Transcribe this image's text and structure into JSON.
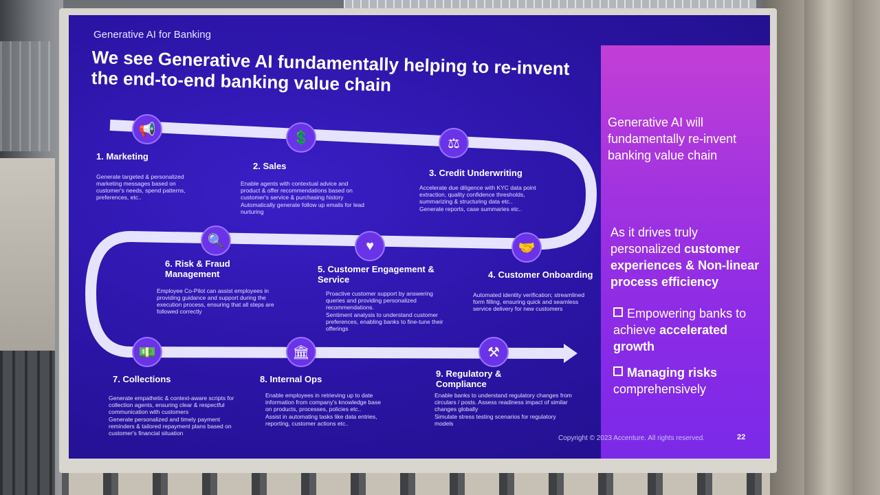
{
  "slide": {
    "section": "Generative AI for Banking",
    "title": "We see Generative AI fundamentally helping to re-invent the end-to-end banking value chain"
  },
  "steps": [
    {
      "title": "1. Marketing",
      "icon": "megaphone-icon",
      "desc": [
        "Generate targeted & personalized marketing messages based on customer's needs, spend patterns, preferences, etc.."
      ]
    },
    {
      "title": "2. Sales",
      "icon": "money-growth-icon",
      "desc": [
        "Enable agents with contextual advice and product & offer recommendations based on customer's service & purchasing history",
        "Automatically generate follow up emails for lead nurturing"
      ]
    },
    {
      "title": "3. Credit Underwriting",
      "icon": "scales-icon",
      "desc": [
        "Accelerate due diligence with KYC data point extraction, quality confidence thresholds, summarizing & structuring data etc..",
        "Generate reports, case summaries etc.."
      ]
    },
    {
      "title": "4. Customer Onboarding",
      "icon": "handshake-icon",
      "desc": [
        "Automated identity verification; streamlined form filling, ensuring quick and seamless service delivery for new customers"
      ]
    },
    {
      "title": "5. Customer Engagement & Service",
      "icon": "engagement-icon",
      "desc": [
        "Proactive customer support by answering queries and providing personalized recommendations.",
        "Sentiment analysis to understand customer preferences, enabling banks to fine-tune their offerings"
      ]
    },
    {
      "title": "6. Risk & Fraud Management",
      "icon": "fraud-search-icon",
      "desc": [
        "Employee Co-Pilot can assist employees in providing guidance and support during the execution process, ensuring that all steps are followed correctly"
      ]
    },
    {
      "title": "7. Collections",
      "icon": "cash-stack-icon",
      "desc": [
        "Generate empathetic & context-aware scripts for collection agents, ensuring clear & respectful communication with customers",
        "Generate personalized and timely payment reminders & tailored repayment plans based on customer's financial situation"
      ]
    },
    {
      "title": "8. Internal Ops",
      "icon": "bank-building-icon",
      "desc": [
        "Enable employees in retrieving up to date information from company's knowledge base on products, processes, policies etc..",
        "Assist in automating tasks like data entries, reporting, customer actions etc.."
      ]
    },
    {
      "title": "9. Regulatory & Compliance",
      "icon": "gavel-icon",
      "desc": [
        "Enable banks to understand regulatory changes from circulars / posts. Assess readiness impact of similar changes globally",
        "Simulate stress testing scenarios for regulatory models"
      ]
    }
  ],
  "panel": {
    "heading": "Generative AI will fundamentally re-invent banking value chain",
    "sub_plain": "As it drives truly personalized",
    "sub_bold": "customer experiences & Non-linear process efficiency",
    "bullet1_plain": "Empowering banks to achieve",
    "bullet1_bold": "accelerated growth",
    "bullet2_bold": "Managing risks",
    "bullet2_plain": "comprehensively"
  },
  "footer": {
    "copyright": "Copyright © 2023 Accenture. All rights reserved.",
    "page": "22"
  },
  "colors": {
    "screen": "#2c15a8",
    "panel": "#a233e0",
    "track": "#e6e3ff",
    "icon_fill": "#6a33e8"
  }
}
